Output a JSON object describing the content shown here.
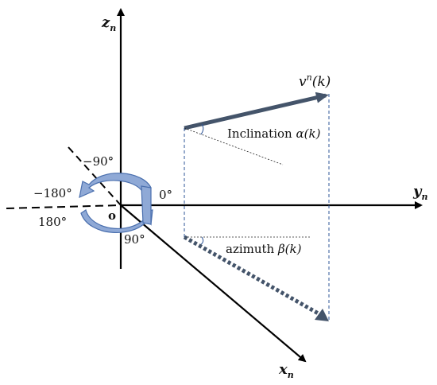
{
  "axes": {
    "z": {
      "base": "z",
      "sub": "n"
    },
    "y": {
      "base": "y",
      "sub": "n"
    },
    "x": {
      "base": "x",
      "sub": "n"
    },
    "origin": "o"
  },
  "angles": {
    "neg90": "−90°",
    "neg180": "−180°",
    "pos180": "180°",
    "zero": "0°",
    "pos90": "90°"
  },
  "vector": {
    "label": "v",
    "sup": "n",
    "arg": "(k)"
  },
  "inclination": {
    "text": "Inclination ",
    "symbol": "α",
    "arg": "(k)"
  },
  "azimuth": {
    "text": "azimuth ",
    "symbol": "β",
    "arg": "(k)"
  },
  "colors": {
    "axis": "#000000",
    "vector": "#44546a",
    "projection_line": "#2e5597",
    "arrow_fill": "#8fa9d6",
    "arrow_stroke": "#4a6fae"
  }
}
